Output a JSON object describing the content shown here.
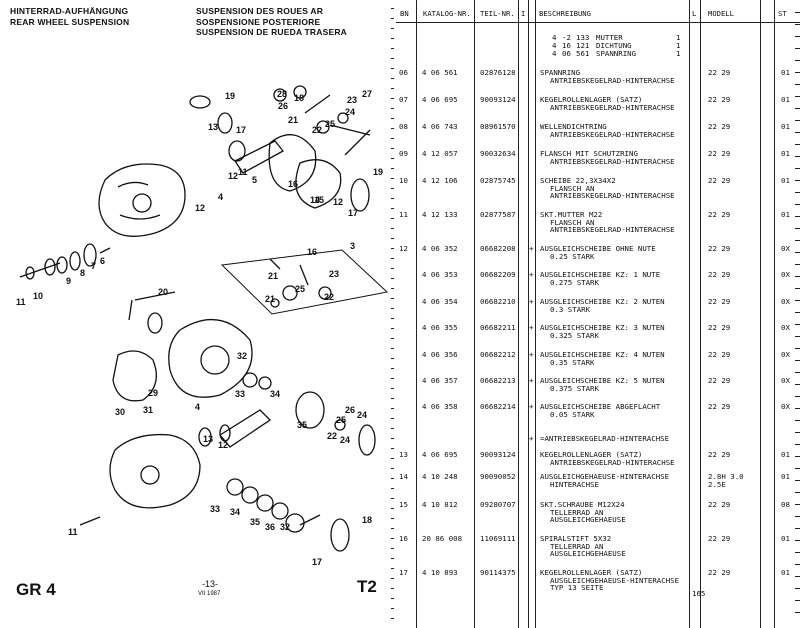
{
  "header": {
    "de": [
      "HINTERRAD-AUFHÄNGUNG",
      "REAR WHEEL SUSPENSION"
    ],
    "fr": [
      "SUSPENSION DES ROUES AR",
      "SOSPENSIONE POSTERIORE",
      "SUSPENSION DE RUEDA TRASERA"
    ]
  },
  "footer": {
    "code": "GR 4",
    "page": "-13-",
    "date": "VII 1987",
    "section": "T2"
  },
  "diagram_labels": [
    {
      "t": "19"
    },
    {
      "t": "17"
    },
    {
      "t": "13"
    },
    {
      "t": "11"
    },
    {
      "t": "12"
    },
    {
      "t": "5"
    },
    {
      "t": "4"
    },
    {
      "t": "28"
    },
    {
      "t": "26"
    },
    {
      "t": "18"
    },
    {
      "t": "27"
    },
    {
      "t": "23"
    },
    {
      "t": "24"
    },
    {
      "t": "25"
    },
    {
      "t": "22"
    },
    {
      "t": "21"
    },
    {
      "t": "16"
    },
    {
      "t": "15"
    },
    {
      "t": "14"
    },
    {
      "t": "12"
    },
    {
      "t": "19"
    },
    {
      "t": "17"
    },
    {
      "t": "9"
    },
    {
      "t": "8"
    },
    {
      "t": "7"
    },
    {
      "t": "6"
    },
    {
      "t": "11"
    },
    {
      "t": "10"
    },
    {
      "t": "12"
    },
    {
      "t": "3"
    },
    {
      "t": "21"
    },
    {
      "t": "16"
    },
    {
      "t": "23"
    },
    {
      "t": "25"
    },
    {
      "t": "21"
    },
    {
      "t": "22"
    },
    {
      "t": "20"
    },
    {
      "t": "32"
    },
    {
      "t": "4"
    },
    {
      "t": "29"
    },
    {
      "t": "33"
    },
    {
      "t": "34"
    },
    {
      "t": "30"
    },
    {
      "t": "31"
    },
    {
      "t": "13"
    },
    {
      "t": "12"
    },
    {
      "t": "35"
    },
    {
      "t": "22"
    },
    {
      "t": "26"
    },
    {
      "t": "24"
    },
    {
      "t": "24"
    },
    {
      "t": "25"
    },
    {
      "t": "33"
    },
    {
      "t": "34"
    },
    {
      "t": "35"
    },
    {
      "t": "36"
    },
    {
      "t": "32"
    },
    {
      "t": "11"
    },
    {
      "t": "17"
    },
    {
      "t": "18"
    }
  ],
  "table": {
    "headers": {
      "bn": "BN",
      "katalog": "KATALOG-NR.",
      "teil": "TEIL-NR.",
      "i": "I",
      "beschreibung": "BESCHREIBUNG",
      "l": "L",
      "modell": "MODELL",
      "st": "ST"
    },
    "top_block": [
      {
        "a": "4",
        "b": "-2",
        "c": "133",
        "d": "MUTTER",
        "q": "1"
      },
      {
        "a": "4",
        "b": "16",
        "c": "121",
        "d": "DICHTUNG",
        "q": "1"
      },
      {
        "a": "4",
        "b": "06",
        "c": "561",
        "d": "SPANNRING",
        "q": "1"
      }
    ],
    "rows": [
      {
        "bn": "06",
        "kat": "4 06 561",
        "teil": "02876128",
        "plus": "",
        "desc": [
          "SPANNRING",
          "ANTRIEBSKEGELRAD-HINTERACHSE"
        ],
        "mod": "22 29",
        "st": "01"
      },
      {
        "bn": "07",
        "kat": "4 06 695",
        "teil": "90093124",
        "plus": "",
        "desc": [
          "KEGELROLLENLAGER (SATZ)",
          "ANTRIEBSKEGELRAD-HINTERACHSE"
        ],
        "mod": "22 29",
        "st": "01"
      },
      {
        "bn": "08",
        "kat": "4 06 743",
        "teil": "08961570",
        "plus": "",
        "desc": [
          "WELLENDICHTRING",
          "ANTRIEBSKEGELRAD-HINTERACHSE"
        ],
        "mod": "22 29",
        "st": "01"
      },
      {
        "bn": "09",
        "kat": "4 12 057",
        "teil": "90032634",
        "plus": "",
        "desc": [
          "FLANSCH MIT SCHUTZRING",
          "ANTRIEBSKEGELRAD-HINTERACHSE"
        ],
        "mod": "22 29",
        "st": "01"
      },
      {
        "bn": "10",
        "kat": "4 12 106",
        "teil": "02875745",
        "plus": "",
        "desc": [
          "SCHEIBE 22,3X34X2",
          "FLANSCH AN",
          "ANTRIEBSKEGELRAD-HINTERACHSE"
        ],
        "mod": "22 29",
        "st": "01"
      },
      {
        "bn": "11",
        "kat": "4 12 133",
        "teil": "02877587",
        "plus": "",
        "desc": [
          "SKT.MUTTER M22",
          "FLANSCH AN",
          "ANTRIEBSKEGELRAD-HINTERACHSE"
        ],
        "mod": "22 29",
        "st": "01"
      },
      {
        "bn": "12",
        "kat": "4 06 352",
        "teil": "06682208",
        "plus": "+",
        "desc": [
          "AUSGLEICHSCHEIBE OHNE NUTE",
          "0.25 STARK"
        ],
        "mod": "22 29",
        "st": "0X"
      },
      {
        "bn": "",
        "kat": "4 06 353",
        "teil": "06682209",
        "plus": "+",
        "desc": [
          "AUSGLEICHSCHEIBE KZ: 1 NUTE",
          "0.275 STARK"
        ],
        "mod": "22 29",
        "st": "0X"
      },
      {
        "bn": "",
        "kat": "4 06 354",
        "teil": "06682210",
        "plus": "+",
        "desc": [
          "AUSGLEICHSCHEIBE KZ: 2 NUTEN",
          "0.3 STARK"
        ],
        "mod": "22 29",
        "st": "0X"
      },
      {
        "bn": "",
        "kat": "4 06 355",
        "teil": "06682211",
        "plus": "+",
        "desc": [
          "AUSGLEICHSCHEIBE KZ: 3 NUTEN",
          "0.325 STARK"
        ],
        "mod": "22 29",
        "st": "0X"
      },
      {
        "bn": "",
        "kat": "4 06 356",
        "teil": "06682212",
        "plus": "+",
        "desc": [
          "AUSGLEICHSCHEIBE KZ: 4 NUTEN",
          "0.35 STARK"
        ],
        "mod": "22 29",
        "st": "0X"
      },
      {
        "bn": "",
        "kat": "4 06 357",
        "teil": "06682213",
        "plus": "+",
        "desc": [
          "AUSGLEICHSCHEIBE KZ: 5 NUTEN",
          "0.375 STARK"
        ],
        "mod": "22 29",
        "st": "0X"
      },
      {
        "bn": "",
        "kat": "4 06 358",
        "teil": "06682214",
        "plus": "+",
        "desc": [
          "AUSGLEICHSCHEIBE ABGEFLACHT",
          "0.05 STARK"
        ],
        "mod": "22 29",
        "st": "0X"
      },
      {
        "bn": "",
        "kat": "",
        "teil": "",
        "plus": "+",
        "desc": [
          "=ANTRIEBSKEGELRAD-HINTERACHSE"
        ],
        "mod": "",
        "st": ""
      },
      {
        "bn": "13",
        "kat": "4 06 695",
        "teil": "90093124",
        "plus": "",
        "desc": [
          "KEGELROLLENLAGER (SATZ)",
          "ANTRIEBSKEGELRAD-HINTERACHSE"
        ],
        "mod": "22 29",
        "st": "01"
      },
      {
        "bn": "14",
        "kat": "4 10 248",
        "teil": "90090052",
        "plus": "",
        "desc": [
          "AUSGLEICHGEHAEUSE-HINTERACHSE",
          "HINTERACHSE"
        ],
        "mod": "2.8H 3.0|2.5E",
        "st": "01"
      },
      {
        "bn": "15",
        "kat": "4 10 812",
        "teil": "09280707",
        "plus": "",
        "desc": [
          "SKT.SCHRAUBE M12X24",
          "TELLERRAD AN",
          "AUSGLEICHGEHAEUSE"
        ],
        "mod": "22 29",
        "st": "08"
      },
      {
        "bn": "16",
        "kat": "20 86 008",
        "teil": "11069111",
        "plus": "",
        "desc": [
          "SPIRALSTIFT 5X32",
          "TELLERRAD AN",
          "AUSGLEICHGEHAEUSE"
        ],
        "mod": "22 29",
        "st": "01"
      },
      {
        "bn": "17",
        "kat": "4 10 893",
        "teil": "90114375",
        "plus": "",
        "desc": [
          "KEGELROLLENLAGER (SATZ)",
          "AUSGLEICHGEHAEUSE-HINTERACHSE",
          "TYP 13 SEITE"
        ],
        "lnum": "165",
        "mod": "22 29",
        "st": "01"
      }
    ]
  }
}
